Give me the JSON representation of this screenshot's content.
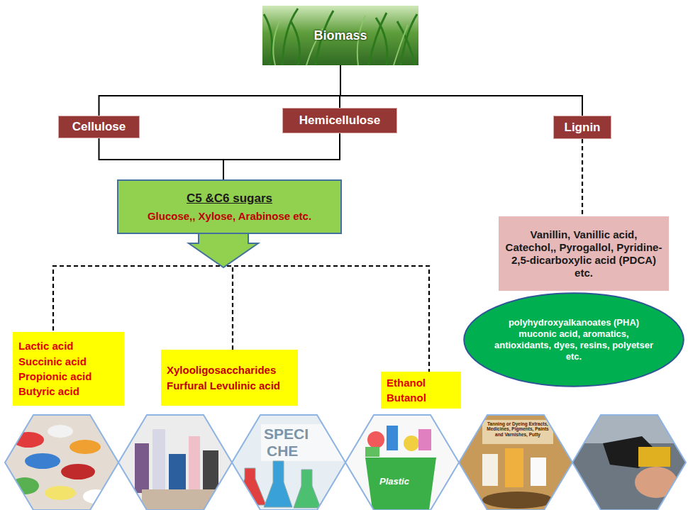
{
  "diagram": {
    "nodes": [
      {
        "text": [
          "Biomass"
        ]
      },
      {
        "text": [
          "Cellulose"
        ]
      },
      {
        "text": [
          "Hemicellulose"
        ]
      },
      {
        "text": [
          "Lignin"
        ]
      },
      {
        "text": [
          "C5 &C6 sugars",
          "Glucose,, Xylose, Arabinose etc."
        ]
      },
      {
        "text": [
          "Vanillin, Vanillic acid, Catechol,, Pyrogallol, Pyridine-2,5-dicarboxylic acid (PDCA) etc."
        ]
      },
      {
        "text": [
          "polyhydroxyalkanoates (PHA) muconic acid, aromatics, antioxidants, dyes, resins, polyetser etc."
        ]
      },
      {
        "text": [
          "Lactic acid Succinic acid Propionic acid Butyric acid"
        ]
      },
      {
        "text": [
          "Xylooligosaccharides Furfural Levulinic acid"
        ]
      },
      {
        "text": [
          "Ethanol Butanol"
        ]
      }
    ],
    "edges": [
      {
        "from": 0,
        "to": 1,
        "arrow": "none"
      },
      {
        "from": 0,
        "to": 2,
        "arrow": "none"
      },
      {
        "from": 0,
        "to": 3,
        "arrow": "none"
      },
      {
        "from": 1,
        "to": 4,
        "arrow": "none"
      },
      {
        "from": 2,
        "to": 4,
        "arrow": "none"
      },
      {
        "from": 3,
        "to": 5,
        "arrow": "none"
      },
      {
        "from": 4,
        "to": 7,
        "arrow": "none"
      },
      {
        "from": 4,
        "to": 8,
        "arrow": "none"
      },
      {
        "from": 4,
        "to": 9,
        "arrow": "none"
      }
    ],
    "labels": [
      "SPECI",
      "CHE",
      "Plastic",
      "Tanning or Dyeing Extracts, Medicines, Pigments, Paints and Varnishes, Putty"
    ]
  }
}
